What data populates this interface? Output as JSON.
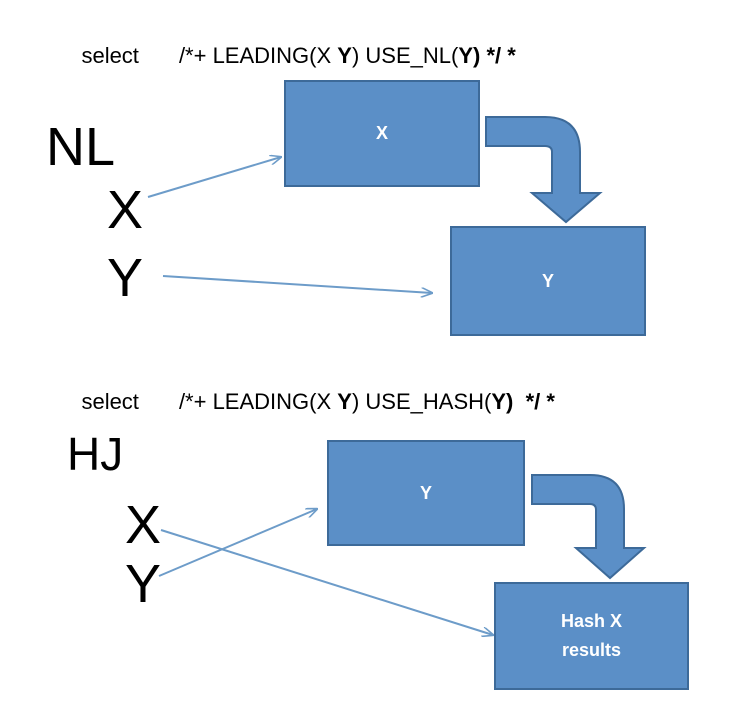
{
  "colors": {
    "box_fill": "#5b8fc7",
    "box_border": "#3d6a99",
    "arrow_line": "#6d9cc9",
    "block_arrow": "#5b8fc7"
  },
  "nl_section": {
    "sql": {
      "keyword": "select",
      "hint_prefix": "/*+ LEADING(X ",
      "hint_bold1": "Y",
      "hint_middle": ") USE_NL(",
      "hint_bold2": "Y",
      "hint_suffix": ") */ *"
    },
    "method_label": "NL",
    "row_x_label": "X",
    "row_y_label": "Y",
    "box_outer": "X",
    "box_inner": "Y"
  },
  "hj_section": {
    "sql": {
      "keyword": "select",
      "hint_prefix": "/*+ LEADING(X ",
      "hint_bold1": "Y",
      "hint_middle": ") USE_HASH(",
      "hint_bold2": "Y",
      "hint_suffix": ")  */ *"
    },
    "method_label": "HJ",
    "row_x_label": "X",
    "row_y_label": "Y",
    "box_build": "Y",
    "box_result_line1": "Hash X",
    "box_result_line2": "results"
  }
}
